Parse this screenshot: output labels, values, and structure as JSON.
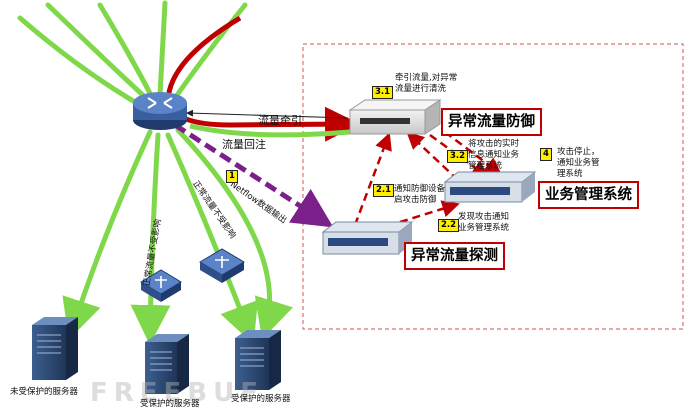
{
  "labels": {
    "divert_traffic": "流量牵引",
    "reinject_traffic": "流量回注",
    "netflow_output": "Netflow数据输出",
    "normal_traffic_1": "正常流量不受影响",
    "normal_traffic_2": "正常流量不受影响",
    "steps": {
      "s1": "1",
      "s2_1": "2.1",
      "s2_2": "2.2",
      "s3_1": "3.1",
      "s3_2": "3.2",
      "s4": "4"
    },
    "step_text": {
      "s2_1": "通知防御设备\n启攻击防御",
      "s2_2": "发现攻击通知\n业务管理系统",
      "s3_1": "牵引流量,对异常\n流量进行清洗",
      "s3_2": "将攻击的实时\n信息通知业务\n管理系统",
      "s4": "攻击停止，\n通知业务管\n理系统"
    }
  },
  "boxes": {
    "defense": "异常流量防御",
    "management": "业务管理系统",
    "detection": "异常流量探测"
  },
  "servers": {
    "unprotected": "未受保护的服务器",
    "protected_1": "受保护的服务器",
    "protected_2": "受保护的服务器"
  },
  "watermark": "FREEBUF",
  "colors": {
    "green": "#7fd84a",
    "red": "#c00000",
    "purple": "#7b1f8a",
    "dashed_border": "#e07070"
  }
}
